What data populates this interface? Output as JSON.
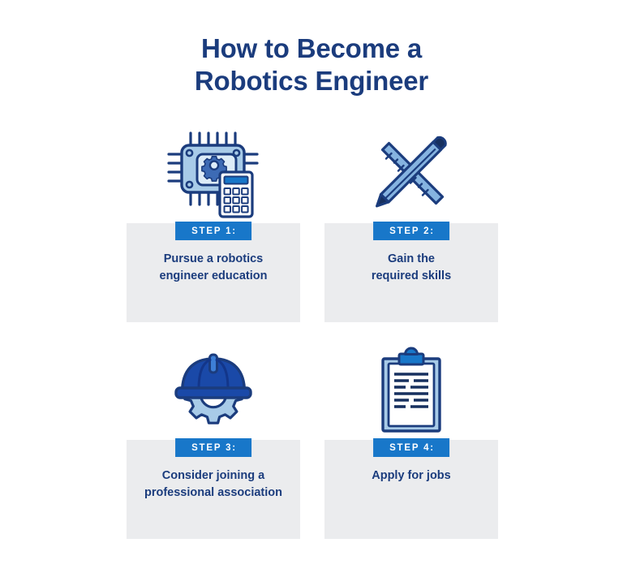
{
  "title": {
    "line1": "How to Become a",
    "line2": "Robotics Engineer"
  },
  "colors": {
    "navy": "#1b3c7d",
    "blue": "#1877c9",
    "light_blue": "#a8cbe8",
    "panel_gray": "#ebecee",
    "white": "#ffffff",
    "dark_navy": "#17305f"
  },
  "steps": [
    {
      "badge": "STEP 1:",
      "icon": "microchip-calculator-icon",
      "text_line1": "Pursue a robotics",
      "text_line2": "engineer education"
    },
    {
      "badge": "STEP 2:",
      "icon": "ruler-pencil-icon",
      "text_line1": "Gain the",
      "text_line2": "required skills"
    },
    {
      "badge": "STEP 3:",
      "icon": "hardhat-gear-icon",
      "text_line1": "Consider joining a",
      "text_line2": "professional association"
    },
    {
      "badge": "STEP 4:",
      "icon": "clipboard-icon",
      "text_line1": "Apply for jobs",
      "text_line2": ""
    }
  ]
}
